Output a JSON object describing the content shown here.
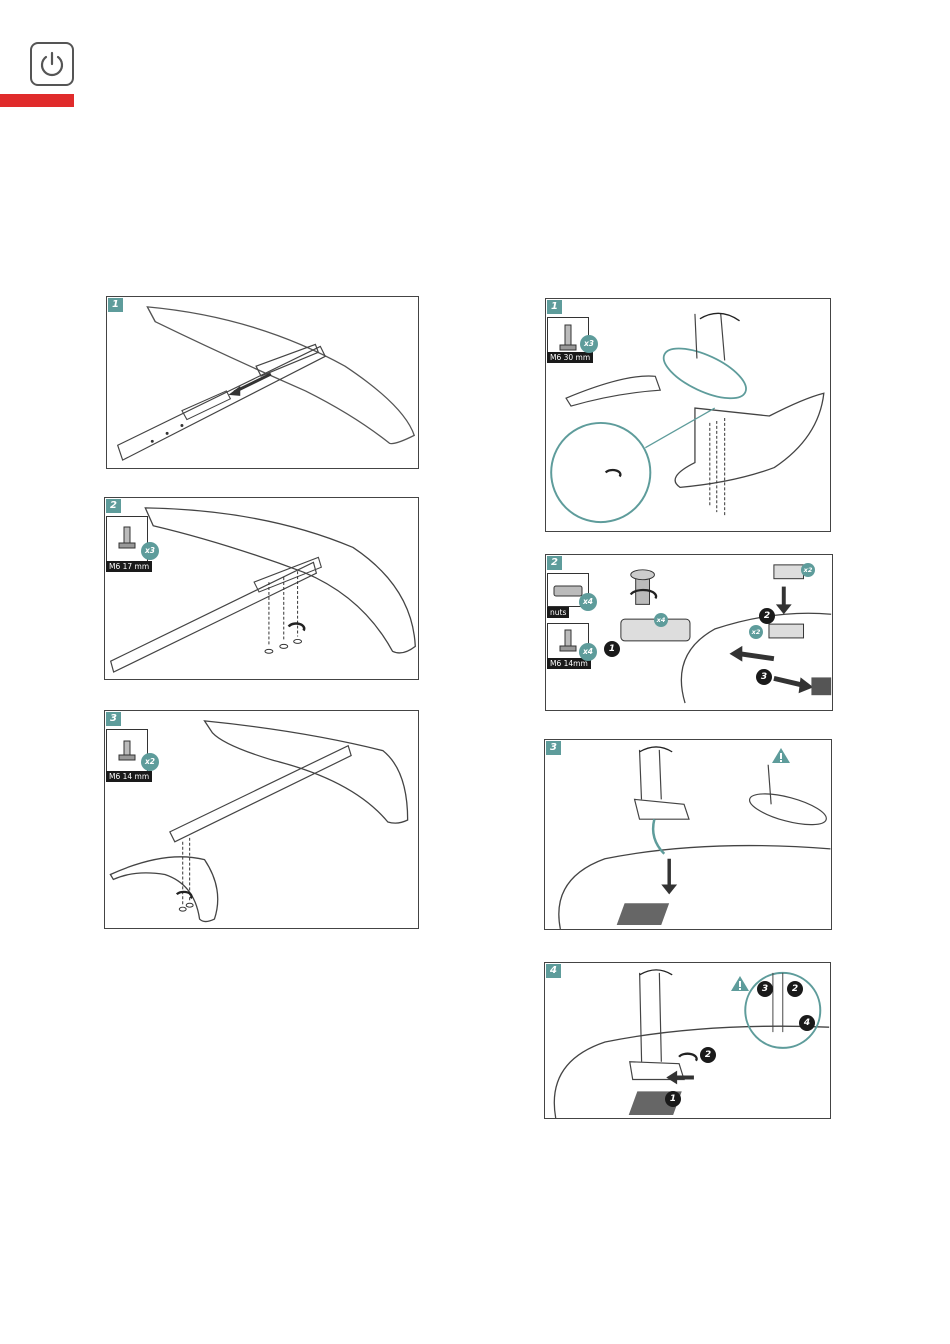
{
  "colors": {
    "accent_red": "#e02b2b",
    "teal": "#5e9c9b",
    "dark": "#1a1a1a"
  },
  "header": {
    "icon": "power-icon"
  },
  "left_column": {
    "panels": [
      {
        "step": "1"
      },
      {
        "step": "2",
        "hardware": {
          "label": "M6 17 mm",
          "qty": "x3"
        }
      },
      {
        "step": "3",
        "hardware": {
          "label": "M6 14 mm",
          "qty": "x2"
        }
      }
    ]
  },
  "right_column": {
    "panels": [
      {
        "step": "1",
        "hardware": {
          "label": "M6 30 mm",
          "qty": "x3"
        }
      },
      {
        "step": "2",
        "hardware": [
          {
            "label": "nuts",
            "qty": "x4"
          },
          {
            "label": "M6 14mm",
            "qty": "x4"
          }
        ],
        "qty_marks": [
          "x4",
          "x2",
          "x2"
        ],
        "numbers": [
          "1",
          "2",
          "3"
        ]
      },
      {
        "step": "3",
        "warning_icon": "warning-triangle-icon"
      },
      {
        "step": "4",
        "warning_icon": "warning-triangle-icon",
        "numbers": [
          "1",
          "2",
          "3",
          "2",
          "4"
        ]
      }
    ]
  }
}
